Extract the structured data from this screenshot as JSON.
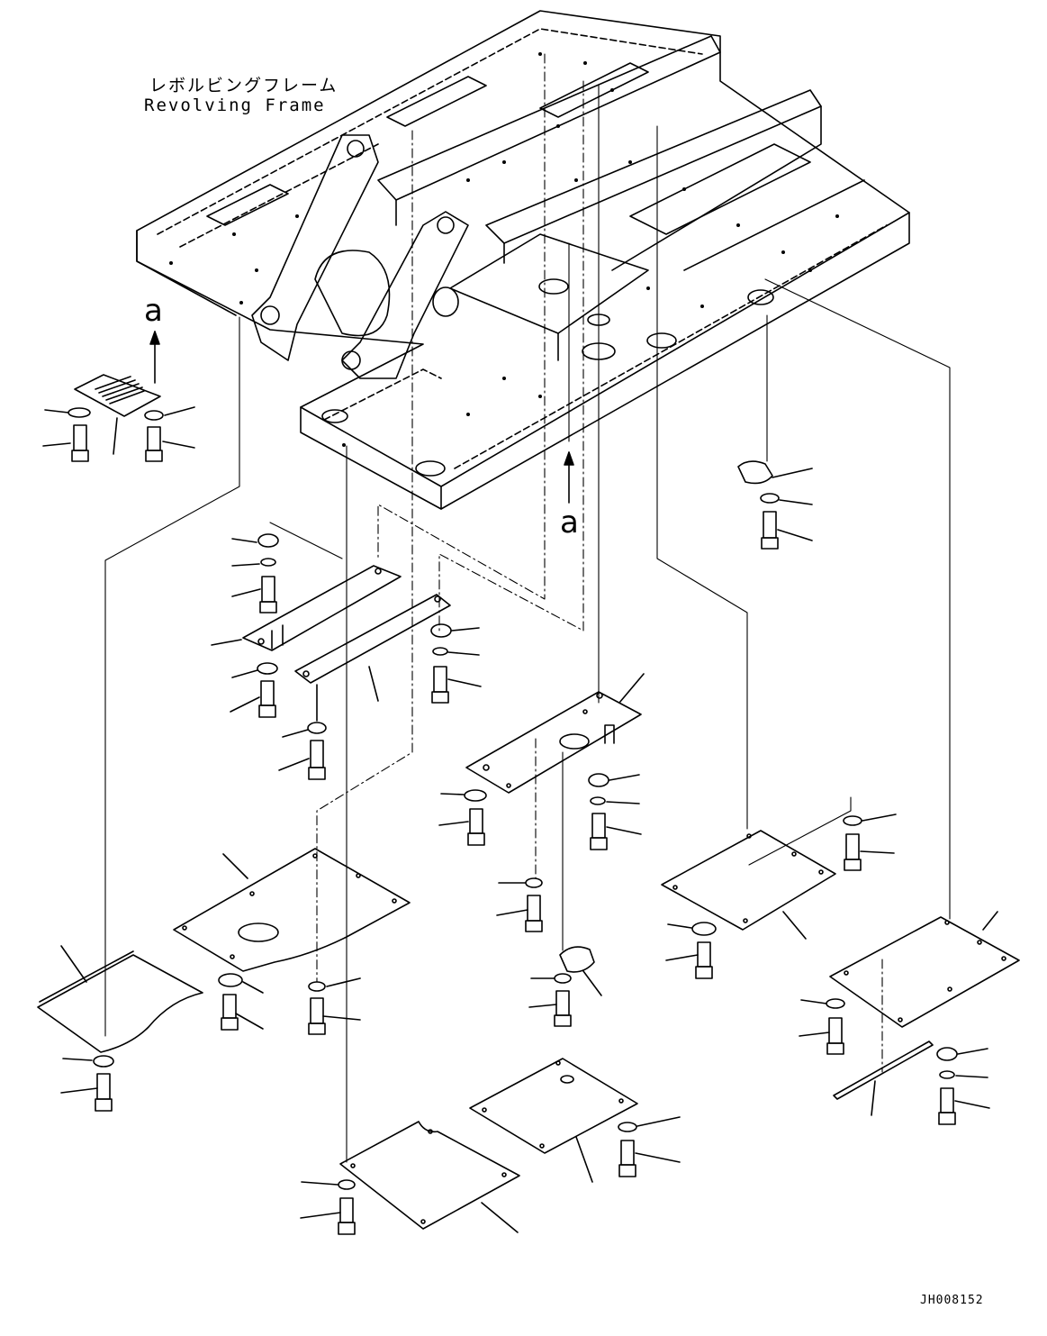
{
  "title": {
    "jp": "レボルビングフレーム",
    "en": "Revolving Frame"
  },
  "view_marker": "a",
  "drawing_code": "JH008152",
  "parts": [
    {
      "name": "upper-left-slotted-cover"
    },
    {
      "name": "long-bar-plate-left"
    },
    {
      "name": "long-bar-plate-right"
    },
    {
      "name": "center-cover-plate"
    },
    {
      "name": "round-cap-right"
    },
    {
      "name": "large-undercover-left"
    },
    {
      "name": "small-undercover-far-left"
    },
    {
      "name": "round-cap-center"
    },
    {
      "name": "right-cover-plate"
    },
    {
      "name": "far-right-cover-plate"
    },
    {
      "name": "seal-strip"
    },
    {
      "name": "bottom-cover-left"
    },
    {
      "name": "bottom-cover-right"
    }
  ]
}
